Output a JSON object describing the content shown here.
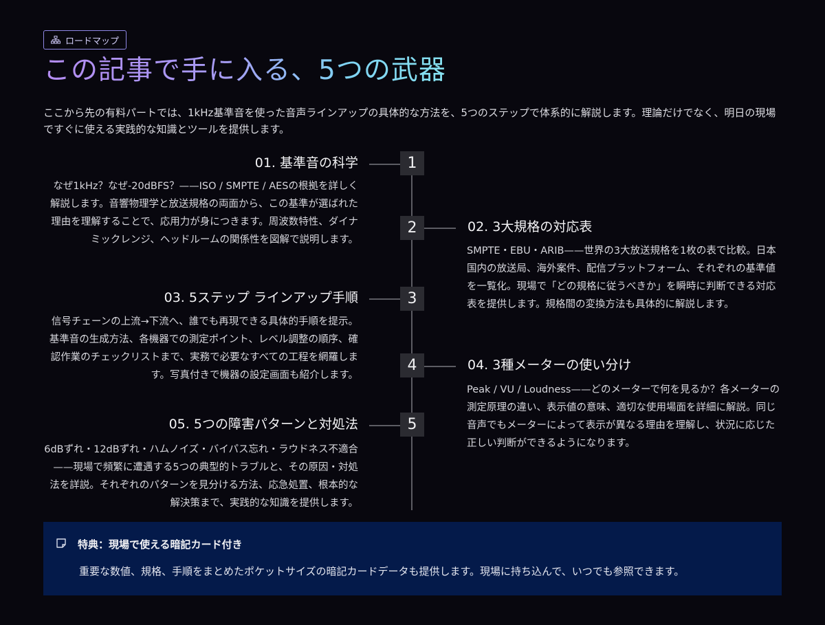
{
  "badge": {
    "label": "ロードマップ",
    "icon": "sitemap-icon"
  },
  "title": "この記事で手に入る、5つの武器",
  "intro": "ここから先の有料パートでは、1kHz基準音を使った音声ラインアップの具体的な方法を、5つのステップで体系的に解説します。理論だけでなく、明日の現場ですぐに使える実践的な知識とツールを提供します。",
  "timeline": [
    {
      "number": "1",
      "side": "left",
      "title": "01. 基準音の科学",
      "desc": "なぜ1kHz？なぜ-20dBFS？——ISO / SMPTE / AESの根拠を詳しく解説します。音響物理学と放送規格の両面から、この基準が選ばれた理由を理解することで、応用力が身につきます。周波数特性、ダイナミックレンジ、ヘッドルームの関係性を図解で説明します。"
    },
    {
      "number": "2",
      "side": "right",
      "title": "02. 3大規格の対応表",
      "desc": "SMPTE・EBU・ARIB——世界の3大放送規格を1枚の表で比較。日本国内の放送局、海外案件、配信プラットフォーム、それぞれの基準値を一覧化。現場で「どの規格に従うべきか」を瞬時に判断できる対応表を提供します。規格間の変換方法も具体的に解説します。"
    },
    {
      "number": "3",
      "side": "left",
      "title": "03. 5ステップ ラインアップ手順",
      "desc": "信号チェーンの上流→下流へ、誰でも再現できる具体的手順を提示。基準音の生成方法、各機器での測定ポイント、レベル調整の順序、確認作業のチェックリストまで、実務で必要なすべての工程を網羅します。写真付きで機器の設定画面も紹介します。"
    },
    {
      "number": "4",
      "side": "right",
      "title": "04. 3種メーターの使い分け",
      "desc": "Peak / VU / Loudness——どのメーターで何を見るか？各メーターの測定原理の違い、表示値の意味、適切な使用場面を詳細に解説。同じ音声でもメーターによって表示が異なる理由を理解し、状況に応じた正しい判断ができるようになります。"
    },
    {
      "number": "5",
      "side": "left",
      "title": "05. 5つの障害パターンと対処法",
      "desc": "6dBずれ・12dBずれ・ハムノイズ・バイパス忘れ・ラウドネス不適合——現場で頻繁に遭遇する5つの典型的トラブルと、その原因・対処法を詳説。それぞれのパターンを見分ける方法、応急処置、根本的な解決策まで、実践的な知識を提供します。"
    }
  ],
  "bonus": {
    "icon": "note-icon",
    "title": "特典：現場で使える暗記カード付き",
    "body": "重要な数値、規格、手順をまとめたポケットサイズの暗記カードデータも提供します。現場に持ち込んで、いつでも参照できます。"
  },
  "colors": {
    "background": "#08070e",
    "badge_border": "#8f88e6",
    "title_gradient_start": "#b48cf2",
    "title_gradient_end": "#86e1f0",
    "number_box": "#2b2b31",
    "line": "#5c5c63",
    "bonus_background": "#041a4a"
  }
}
